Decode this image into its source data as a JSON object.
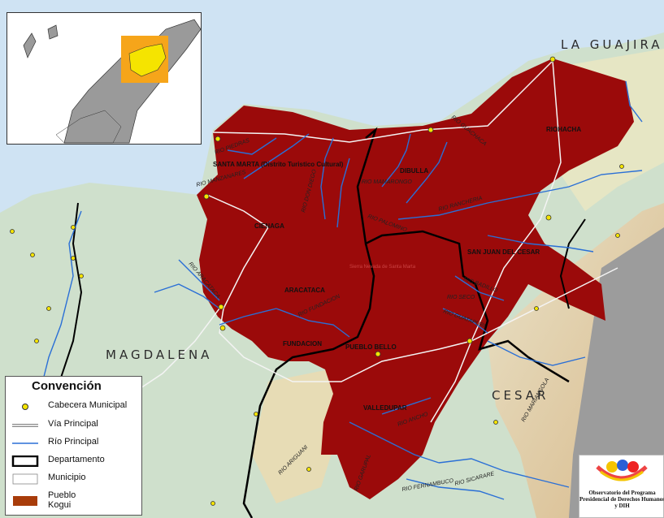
{
  "map": {
    "departments": [
      "LA GUAJIRA",
      "MAGDALENA",
      "CESAR"
    ],
    "municipalities": [
      "SANTA MARTA (Distrito Turistico Cultural)",
      "DIBULLA",
      "RIOHACHA",
      "CIENAGA",
      "ARACATACA",
      "SAN JUAN DEL CESAR",
      "FUNDACION",
      "PUEBLO BELLO",
      "VALLEDUPAR"
    ],
    "rivers": [
      "RIO PIEDRAS",
      "RIO GUACHACA",
      "RIO MANZANARES",
      "RIO DON DIEGO",
      "RIO ANCHO",
      "RIO MAMARONGO",
      "RIO PALOMINO",
      "RIO RANCHERIA",
      "RIO BADILLO",
      "RIO SECO",
      "RIO GUATAPURI",
      "RIO FUNDACION",
      "RIO ARACATACA",
      "RIO CESAR",
      "RIO ARIGUANI",
      "RIO FERNAMBUCO",
      "RIO SICARARE",
      "RIO MARIANGOLA",
      "RIO GARUPAL",
      "RIO GUAMITO"
    ],
    "reserve_label": "Sierra Nevada de Santa Marta",
    "colors": {
      "kogui": "#9b0a0a",
      "sea": "#cfe3f3",
      "land": "#cfe0cc",
      "river": "#2a6fd6"
    }
  },
  "legend": {
    "title": "Convención",
    "items": [
      {
        "label": "Cabecera Municipal",
        "symbol": "yellow-dot"
      },
      {
        "label": "Vía Principal",
        "symbol": "double-gray-line"
      },
      {
        "label": "Río Principal",
        "symbol": "blue-line"
      },
      {
        "label": "Departamento",
        "symbol": "black-outline-box"
      },
      {
        "label": "Municipio",
        "symbol": "thin-outline-box"
      },
      {
        "label": "Pueblo Kogui",
        "symbol": "brown-fill-box",
        "color": "#a83c0a"
      }
    ]
  },
  "logo": {
    "text": "Observatorio del Programa Presidencial de Derechos Humanos y DIH"
  }
}
